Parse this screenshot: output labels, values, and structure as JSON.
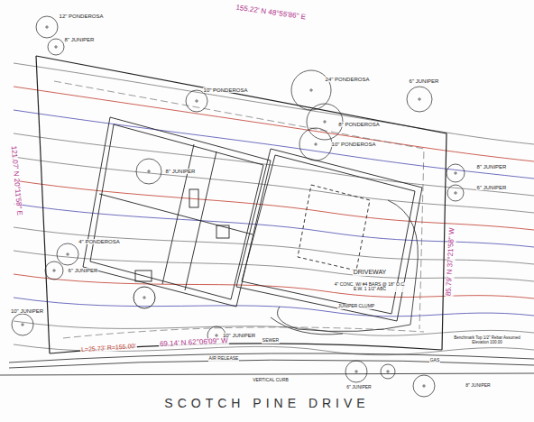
{
  "diagram": {
    "labels": [
      "12\" PONDEROSA",
      "8\" JUNIPER",
      "155.22' N 48°55'86\" E",
      "24\" PONDEROSA",
      "10\" PONDEROSA",
      "8\" PONDEROSA",
      "10\" PONDEROSA",
      "6\" JUNIPER",
      "8\" JUNIPER",
      "6\" JUNIPER",
      "121.07' N 20°11'58\" E",
      "8\" JUNIPER",
      "4\" PONDEROSA",
      "6\" JUNIPER",
      "85.79' N 37°21'58\" W",
      "DRIVEWAY",
      "4\" CONC. W/ #4 BARS @ 18\" O.C. E.W. 1 1/2\" ABC",
      "JUNIPER CLUMP",
      "10\" JUNIPER",
      "10\" JUNIPER",
      "L=25.73' R=155.00'",
      "69.14' N 62°06'09\" W",
      "SEWER",
      "AIR RELEASE",
      "VERTICAL CURB",
      "GAS",
      "Benchmark Top 1/2\" Rebar Assumed Elevation 100.00",
      "6\" JUNIPER",
      "8\" JUNIPER",
      "SCOTCH PINE DRIVE"
    ]
  }
}
